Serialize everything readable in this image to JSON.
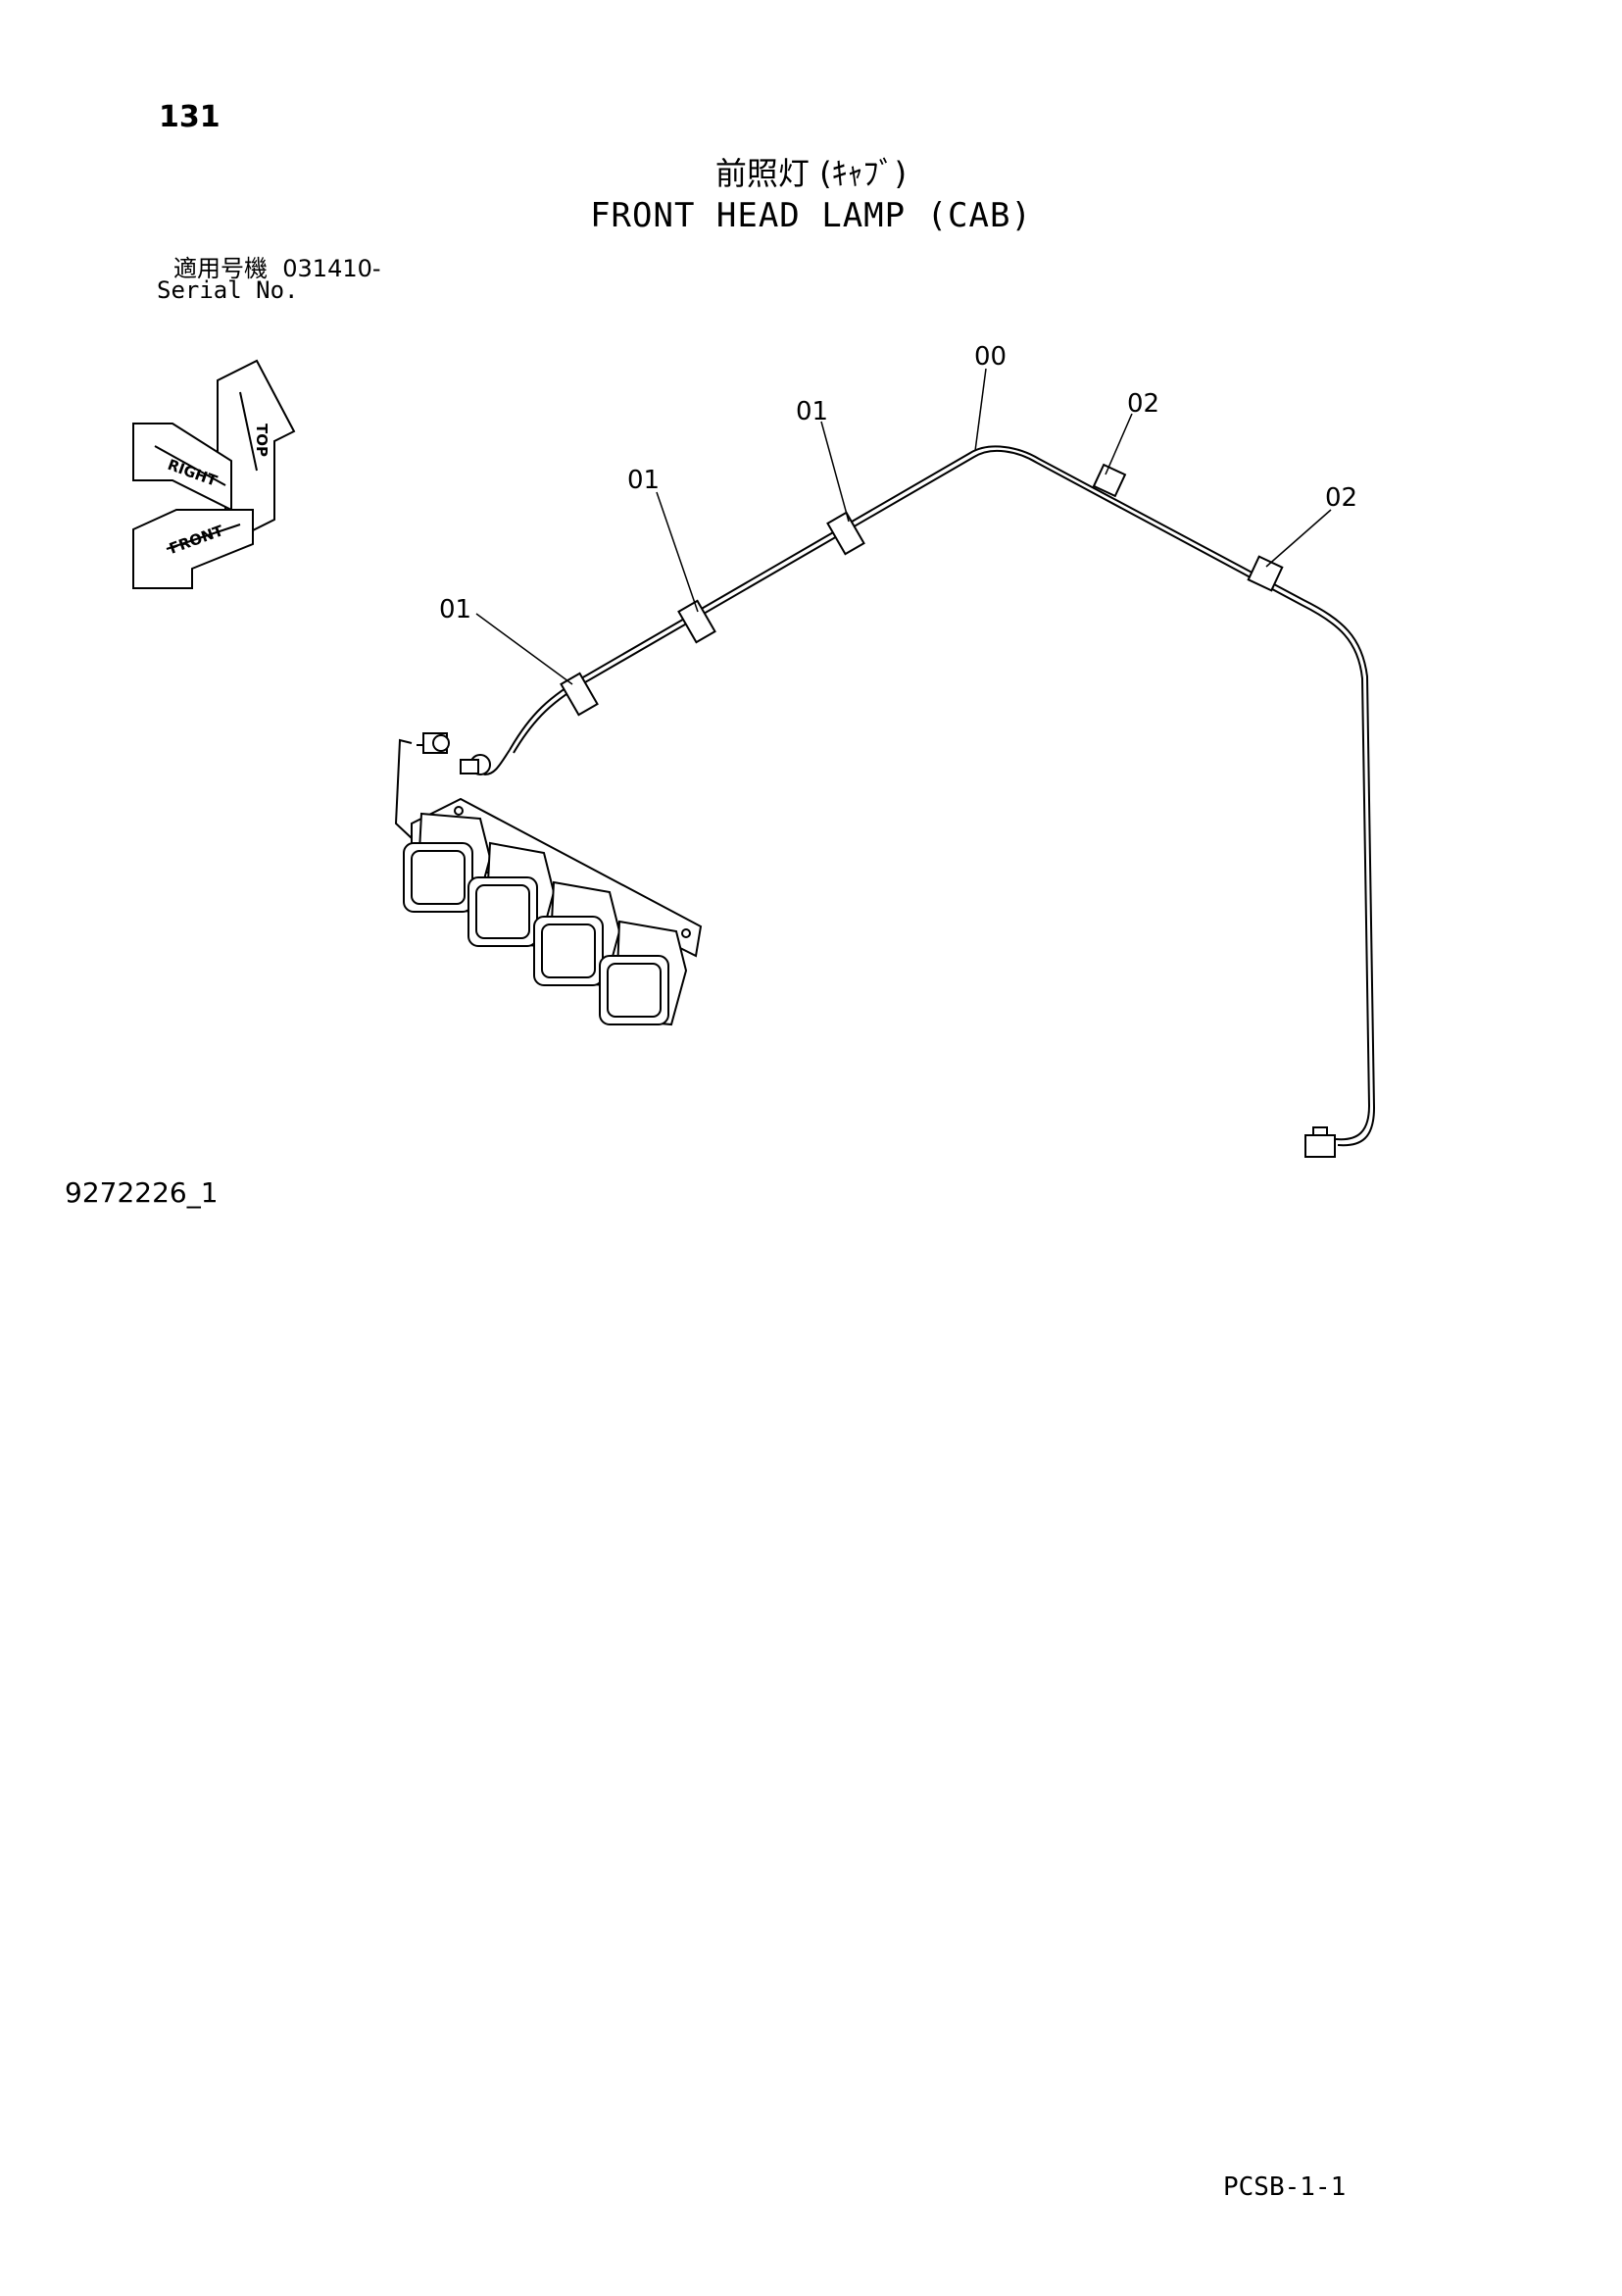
{
  "header": {
    "page_number": "131",
    "title_jp": "前照灯 (ｷｬﾌﾞ)",
    "title_en": "FRONT HEAD LAMP (CAB)",
    "serial_label_jp": "適用号機",
    "serial_value": "031410-",
    "serial_label_en": "Serial No."
  },
  "orientation_indicator": {
    "labels": [
      "TOP",
      "RIGHT",
      "FRONT"
    ]
  },
  "callouts": [
    {
      "label": "00"
    },
    {
      "label": "01"
    },
    {
      "label": "01"
    },
    {
      "label": "01"
    },
    {
      "label": "02"
    },
    {
      "label": "02"
    }
  ],
  "footer": {
    "figure_id": "9272226_1",
    "page_code": "PCSB-1-1"
  }
}
